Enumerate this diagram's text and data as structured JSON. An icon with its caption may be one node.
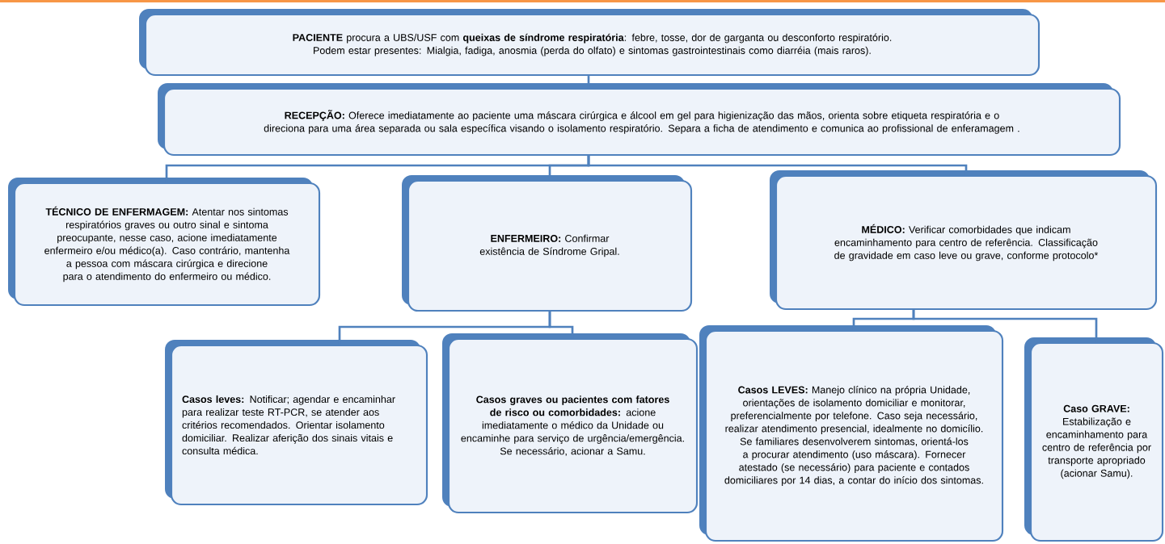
{
  "diagram": {
    "nodes": [
      {
        "text": [
          "**PACIENTE** procura a UBS/USF com **queixas de síndrome respiratória**: febre, tosse, dor de garganta ou desconforto respiratório. Podem estar presentes: Mialgia, fadiga, anosmia (perda do olfato) e sintomas gastrointestinais como diarréia (mais raros)."
        ]
      },
      {
        "text": [
          "**RECEPÇÃO:** Oferece imediatamente ao paciente uma máscara cirúrgica e álcool em gel para higienização das mãos, orienta sobre etiqueta respiratória e o direciona para uma área separada ou sala específica visando o isolamento respiratório. Separa a ficha de atendimento e comunica ao profissional de enferamagem ."
        ]
      },
      {
        "text": [
          "**TÉCNICO DE ENFERMAGEM:** Atentar nos sintomas respiratórios graves ou outro sinal e sintoma preocupante, nesse caso, acione imediatamente enfermeiro e/ou médico(a). Caso contrário, mantenha a pessoa com máscara cirúrgica e direcione para o atendimento do enfermeiro ou médico."
        ]
      },
      {
        "text": [
          "**ENFERMEIRO:** Confirmar existência de Síndrome Gripal."
        ]
      },
      {
        "text": [
          "**MÉDICO:** Verificar comorbidades que indicam encaminhamento para centro de referência. Classificação de gravidade em caso leve ou grave, conforme protocolo*"
        ]
      },
      {
        "text": [
          "**Casos leves:** Notificar; agendar e encaminhar para realizar teste RT-PCR, se atender aos critérios recomendados. Orientar isolamento domiciliar. Realizar aferição dos sinais vitais e consulta médica."
        ]
      },
      {
        "text": [
          "**Casos graves ou pacientes com fatores de risco ou comorbidades:** acione imediatamente o médico da Unidade ou encaminhe para serviço de urgência/emergência. Se necessário, acionar a Samu."
        ]
      },
      {
        "text": [
          "**Casos LEVES:** Manejo clínico na própria Unidade, orientações de isolamento domiciliar e monitorar, preferencialmente por telefone. Caso seja necessário, realizar atendimento presencial, idealmente no domicílio. Se familiares desenvolverem sintomas, orientá-los a procurar atendimento (uso máscara). Fornecer atestado (se necessário) para paciente e contados domiciliares por 14 dias, a contar do início dos sintomas."
        ]
      },
      {
        "text": [
          "**Caso GRAVE:** Estabilização e encaminhamento para centro de referência por transporte apropriado (acionar Samu)."
        ]
      }
    ],
    "edges": [
      {
        "from": 0,
        "to": 1,
        "arrow": "none"
      },
      {
        "from": 1,
        "to": 2,
        "arrow": "none"
      },
      {
        "from": 1,
        "to": 3,
        "arrow": "none"
      },
      {
        "from": 1,
        "to": 4,
        "arrow": "none"
      },
      {
        "from": 3,
        "to": 5,
        "arrow": "none"
      },
      {
        "from": 3,
        "to": 6,
        "arrow": "none"
      },
      {
        "from": 4,
        "to": 7,
        "arrow": "none"
      },
      {
        "from": 4,
        "to": 8,
        "arrow": "none"
      }
    ]
  }
}
